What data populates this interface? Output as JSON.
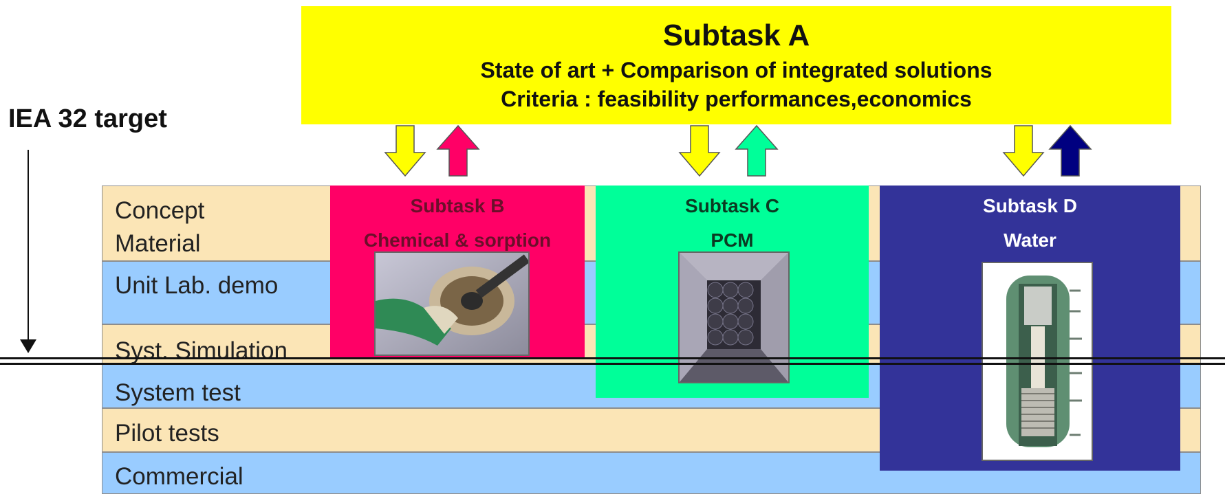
{
  "subtask_a": {
    "title": "Subtask A",
    "line1": "State of art + Comparison of integrated solutions",
    "line2": "Criteria : feasibility performances,economics",
    "color": "#ffff00"
  },
  "target_label": "IEA 32 target",
  "stages": [
    {
      "label_line1": "Concept",
      "label_line2": "Material",
      "color": "#fbe5b6"
    },
    {
      "label_line1": "Unit Lab. demo",
      "color": "#99ccff"
    },
    {
      "label_line1": "Syst. Simulation",
      "color": "#fbe5b6"
    },
    {
      "label_line1": "System test",
      "color": "#99ccff"
    },
    {
      "label_line1": "Pilot tests",
      "color": "#fbe5b6"
    },
    {
      "label_line1": "Commercial",
      "color": "#99ccff"
    }
  ],
  "subtasks": [
    {
      "title": "Subtask B",
      "subtitle": "Chemical & sorption",
      "color": "#ff0066",
      "text_color": "#6b0f2a",
      "up_arrow_color": "#ff0066",
      "photo_icon": "sorption-tube-photo"
    },
    {
      "title": "Subtask C",
      "subtitle": "PCM",
      "color": "#00ff99",
      "text_color": "#0b3a22",
      "up_arrow_color": "#00ff99",
      "photo_icon": "pcm-spheres-photo"
    },
    {
      "title": "Subtask D",
      "subtitle": "Water",
      "color": "#333399",
      "text_color": "#ffffff",
      "up_arrow_color": "#000080",
      "photo_icon": "water-tank-photo"
    }
  ],
  "down_arrow_color": "#ffff00"
}
